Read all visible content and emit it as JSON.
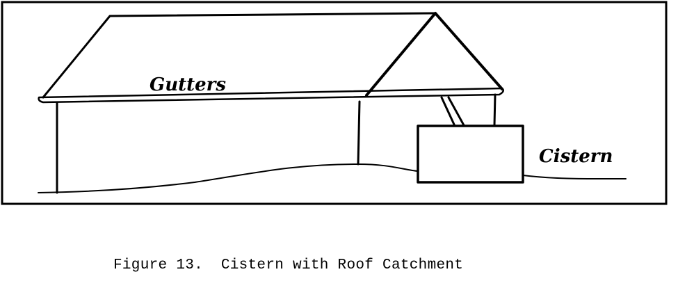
{
  "figure": {
    "labels": {
      "gutters": "Gutters",
      "cistern": "Cistern"
    },
    "caption": "Figure 13.  Cistern with Roof Catchment"
  }
}
